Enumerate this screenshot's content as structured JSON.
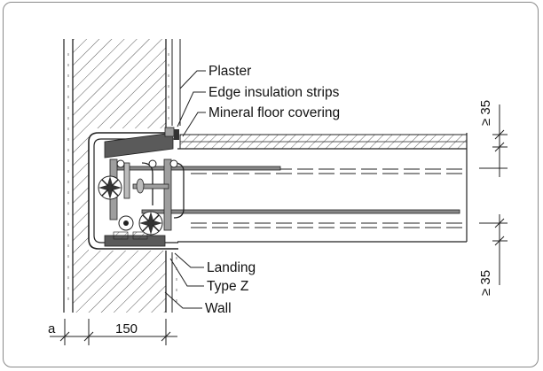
{
  "labels": {
    "plaster": "Plaster",
    "edge_insulation": "Edge insulation strips",
    "mineral_floor": "Mineral floor covering",
    "landing": "Landing",
    "type_z": "Type Z",
    "wall": "Wall"
  },
  "dimensions": {
    "a": "a",
    "wall_thickness": "150",
    "top_min": "≥ 35",
    "bottom_min": "≥ 35"
  },
  "colors": {
    "line": "#1a1a1a",
    "hatch": "#3a3a3a",
    "gray_fill": "#9e9e9e",
    "dark_fill": "#5a5a5a",
    "frame": "#8a8a8a"
  }
}
